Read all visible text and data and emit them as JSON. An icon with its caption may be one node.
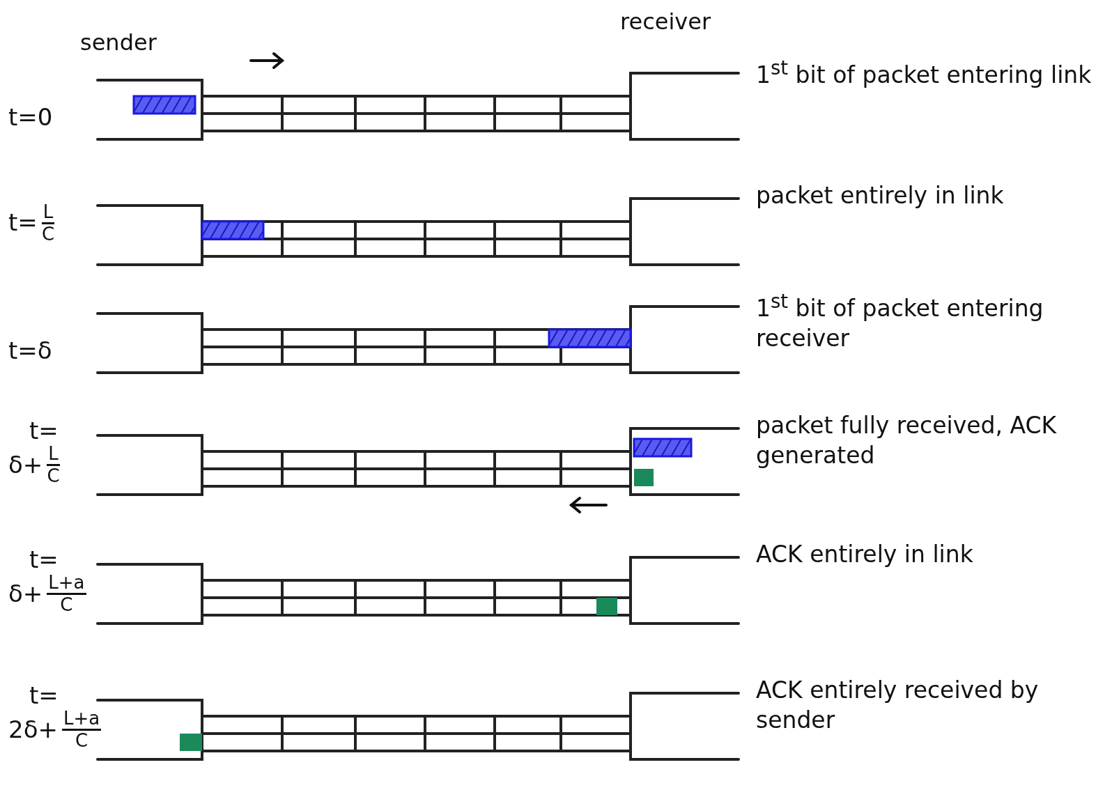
{
  "diagram": {
    "labels": [
      "sender",
      "receiver",
      "t=0",
      "1$^{st}$ bit of packet entering link",
      "t=",
      "L",
      "C",
      "packet entirely in link",
      "t=δ",
      "1$^{st}$ bit of packet entering receiver",
      "t=",
      "δ+",
      "L",
      "C",
      "packet fully received, ACK generated",
      "t=",
      "δ+",
      "L+a",
      "C",
      "ACK entirely in link",
      "t=",
      "2δ+",
      "L+a",
      "C",
      "ACK entirely received by sender"
    ]
  }
}
